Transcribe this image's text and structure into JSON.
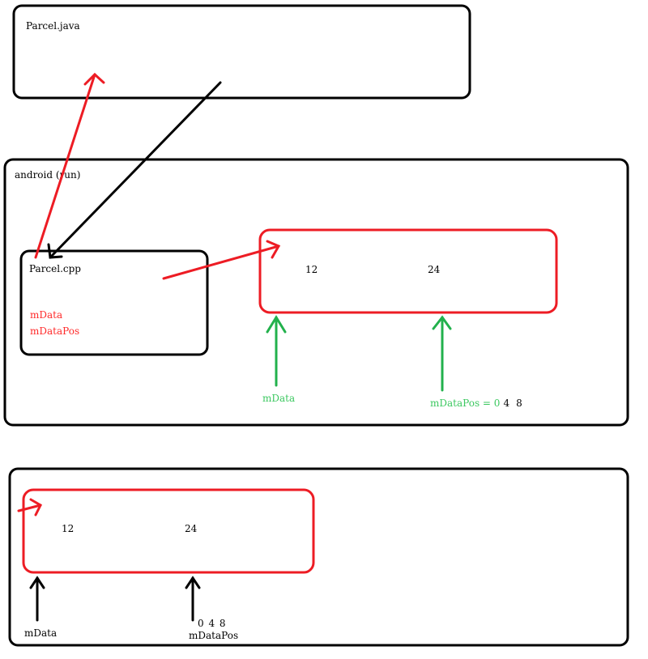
{
  "java_box": {
    "label": "Parcel.java"
  },
  "android_box": {
    "label": "android (run)"
  },
  "cpp_box": {
    "label": "Parcel.cpp",
    "field1": "mData",
    "field2": "mDataPos"
  },
  "memory_top": {
    "value1": "12",
    "value2": "24",
    "pointer1": "mData",
    "pointer2_name": "mDataPos = ",
    "pos0": "0",
    "pos1": "4",
    "pos2": "8"
  },
  "memory_bottom": {
    "value1": "12",
    "value2": "24",
    "pointer1": "mData",
    "positions": "0 4 8",
    "pointer2": "mDataPos"
  },
  "colors": {
    "red": "#ed1c24",
    "green": "#22b14c",
    "black": "#000000"
  }
}
